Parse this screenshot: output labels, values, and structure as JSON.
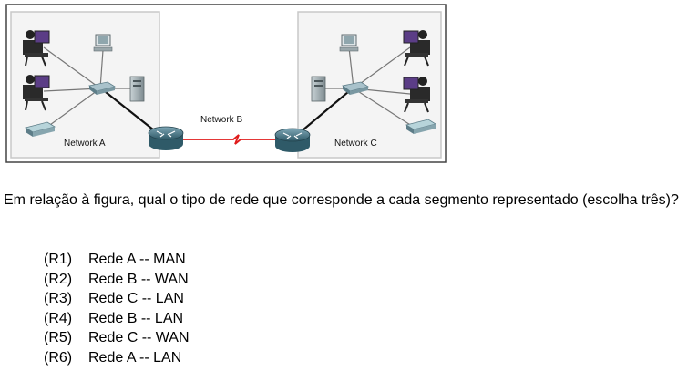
{
  "diagram": {
    "labels": {
      "network_a": "Network A",
      "network_b": "Network B",
      "network_c": "Network C"
    },
    "colors": {
      "wan_link": "#e01b1b",
      "router": "#3f6f7f",
      "panel": "#f3f3f3",
      "frame": "#555555"
    },
    "icons": [
      "workstation-icon",
      "pc-icon",
      "server-icon",
      "printer-icon",
      "switch-icon",
      "router-icon",
      "wan-link-icon"
    ]
  },
  "question": {
    "text": "Em relação à figura, qual o tipo de rede que corresponde a cada segmento representado (escolha três)?",
    "options": [
      {
        "code": "(R1)",
        "text": "Rede A -- MAN"
      },
      {
        "code": "(R2)",
        "text": "Rede B -- WAN"
      },
      {
        "code": "(R3)",
        "text": "Rede C -- LAN"
      },
      {
        "code": "(R4)",
        "text": "Rede B -- LAN"
      },
      {
        "code": "(R5)",
        "text": "Rede C -- WAN"
      },
      {
        "code": "(R6)",
        "text": "Rede A -- LAN"
      }
    ]
  }
}
